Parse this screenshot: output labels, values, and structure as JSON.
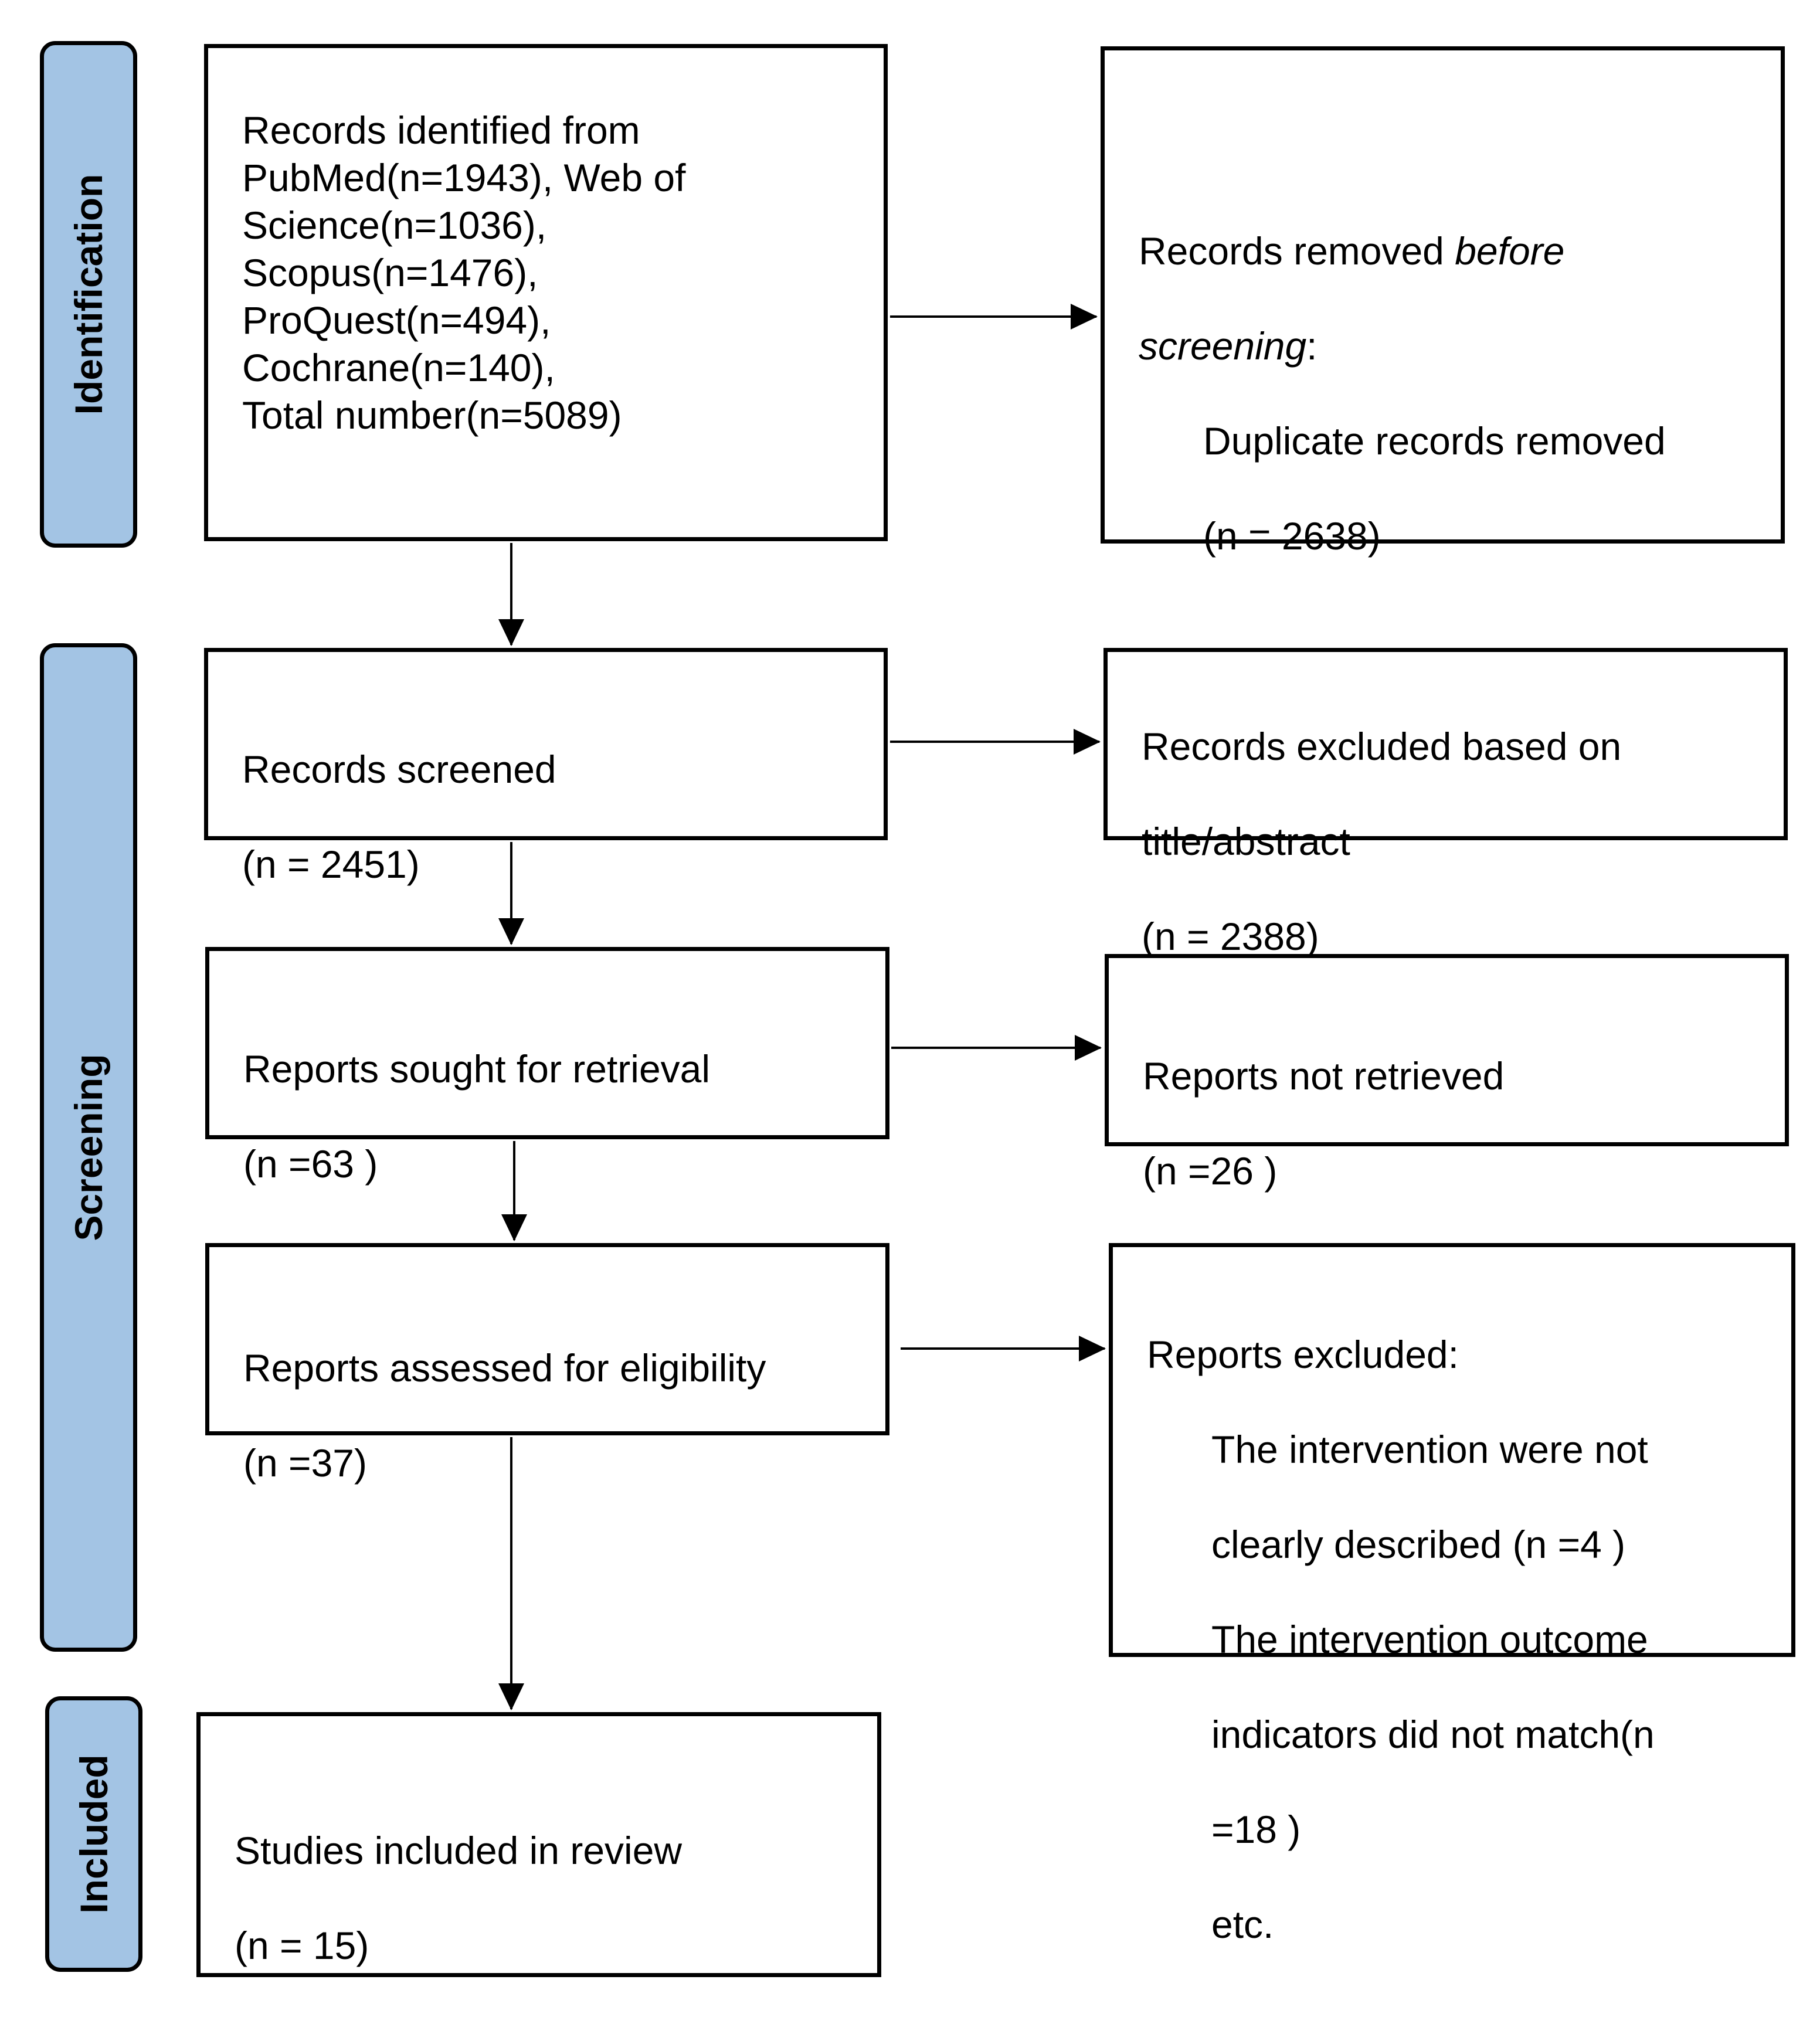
{
  "colors": {
    "phase_fill": "#a3c4e4",
    "border": "#000000",
    "box_fill": "#ffffff"
  },
  "phases": {
    "identification": "Identification",
    "screening": "Screening",
    "included": "Included"
  },
  "identified": {
    "text": "Records identified from\nPubMed(n=1943), Web of\nScience(n=1036),\nScopus(n=1476),\nProQuest(n=494),\nCochrane(n=140),\nTotal number(n=5089)"
  },
  "removed": {
    "prefix": "Records removed ",
    "italic_1": "before",
    "italic_2": "screening",
    "suffix": ":",
    "item_label": "Duplicate records removed",
    "item_count": "(n = 2638)"
  },
  "screened": {
    "label": "Records screened",
    "count": "(n = 2451)"
  },
  "excluded_title": {
    "line1": "Records excluded based on",
    "line2": "title/abstract",
    "count": "(n = 2388)"
  },
  "sought": {
    "label": "Reports sought for retrieval",
    "count": "(n =63 )"
  },
  "not_retrieved": {
    "label": "Reports not retrieved",
    "count": "(n =26 )"
  },
  "assessed": {
    "label": "Reports assessed for eligibility",
    "count": "(n =37)"
  },
  "reports_excluded": {
    "title": "Reports excluded:",
    "lines": [
      "The intervention were not",
      "clearly described (n =4 )",
      "The intervention outcome",
      "indicators did not match(n",
      "=18 )",
      "etc."
    ]
  },
  "included": {
    "label": "Studies included in review",
    "count": "(n = 15)"
  }
}
